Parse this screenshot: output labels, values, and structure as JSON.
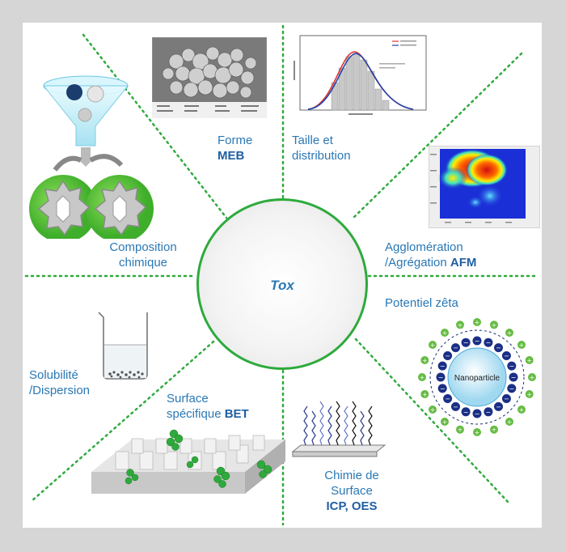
{
  "center": {
    "title": "Tox"
  },
  "labels": {
    "forme": {
      "line1": "Forme",
      "method": "MEB"
    },
    "taille": {
      "line1": "Taille et",
      "line2": "distribution"
    },
    "agglo": {
      "line1": "Agglomération",
      "line2": "/Agrégation",
      "method": "AFM"
    },
    "zeta": {
      "text": "Potentiel zêta"
    },
    "chimie": {
      "line1": "Chimie de",
      "line2": "Surface",
      "method": "ICP, OES"
    },
    "surface": {
      "line1": "Surface",
      "line2": "spécifique",
      "method": "BET"
    },
    "solub": {
      "line1": "Solubilité",
      "line2": "/Dispersion"
    },
    "compo": {
      "line1": "Composition",
      "line2": "chimique"
    }
  },
  "nanoparticle": {
    "label": "Nanoparticle"
  },
  "colors": {
    "accent_green": "#2eaa3c",
    "text_blue": "#2a78b4",
    "frame": "#d6d6d6"
  }
}
